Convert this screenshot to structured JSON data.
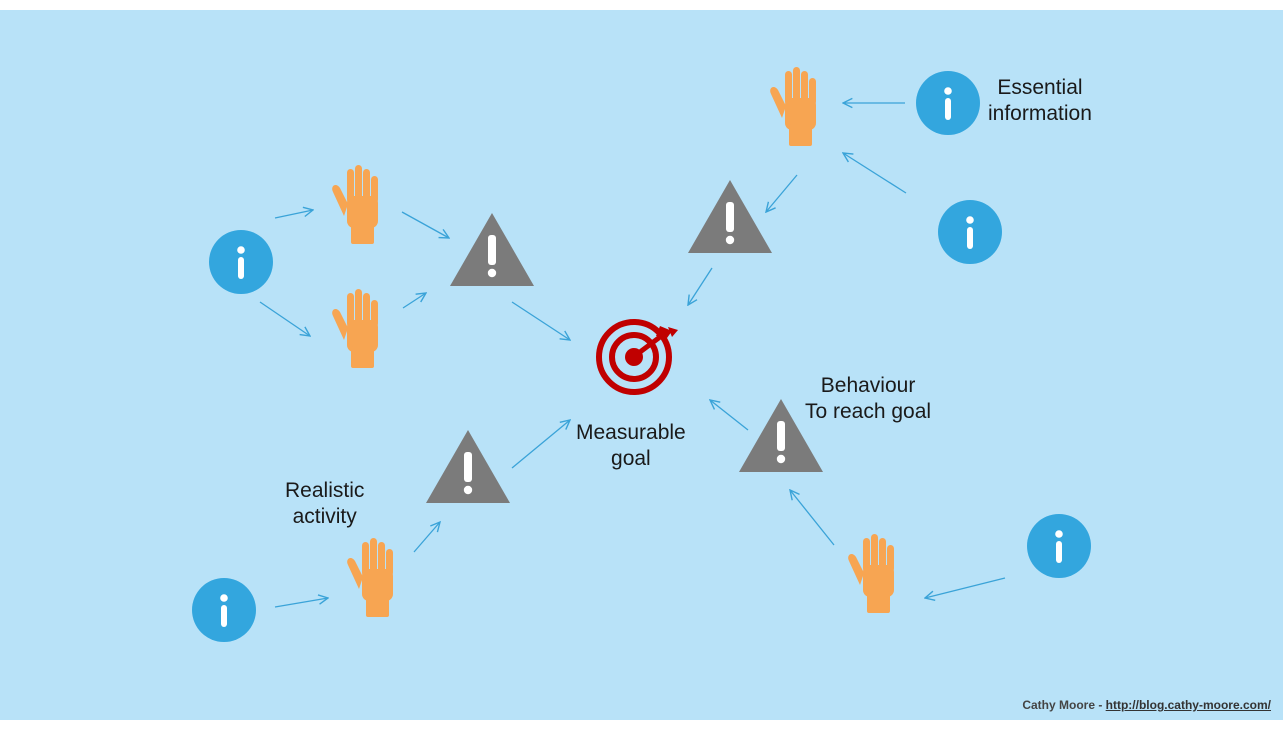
{
  "labels": {
    "essential": [
      "Essential",
      "information"
    ],
    "behaviour": [
      "Behaviour",
      "To reach goal"
    ],
    "goal": [
      "Measurable",
      "goal"
    ],
    "activity": [
      "Realistic",
      "activity"
    ]
  },
  "credit": {
    "author": "Cathy Moore - ",
    "url": "http://blog.cathy-moore.com/"
  },
  "colors": {
    "background": "#b8e2f8",
    "info": "#33a6de",
    "hand": "#f7a552",
    "warning": "#7b7b7b",
    "target": "#c00000",
    "arrow": "#3aa3d8"
  },
  "icons": {
    "info": "info-icon",
    "hand": "hand-icon",
    "warning": "warning-icon",
    "goal": "target-icon"
  }
}
